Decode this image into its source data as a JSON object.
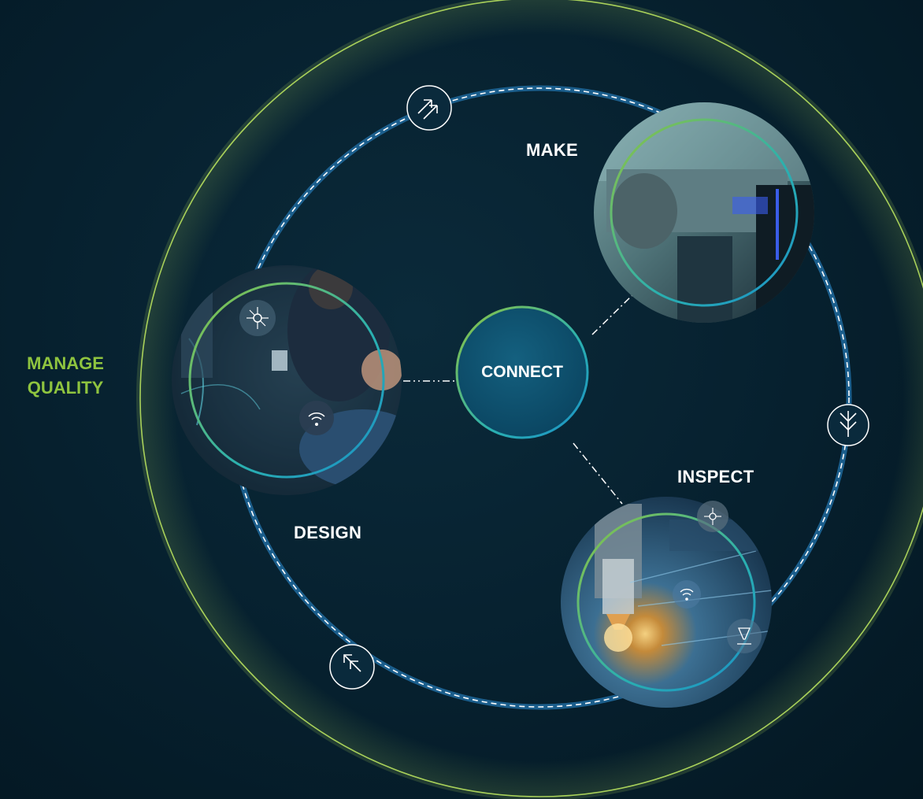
{
  "title": "MANAGE QUALITY",
  "title_lines": [
    "MANAGE",
    "QUALITY"
  ],
  "nodes": {
    "center": "CONNECT",
    "design": "DESIGN",
    "make": "MAKE",
    "inspect": "INSPECT"
  },
  "colors": {
    "background": "#06202e",
    "outer_ring": "#a9d15a",
    "dashed_cycle": "#1b6fa8",
    "node_ring_gradient_start": "#8fc43f",
    "node_ring_gradient_end": "#1aa0c8",
    "center_fill": "#0d4f6e",
    "title_accent": "#8fc43f"
  },
  "icons": [
    "network-icon",
    "wifi-icon",
    "probe-icon",
    "double-arrow-icon"
  ]
}
